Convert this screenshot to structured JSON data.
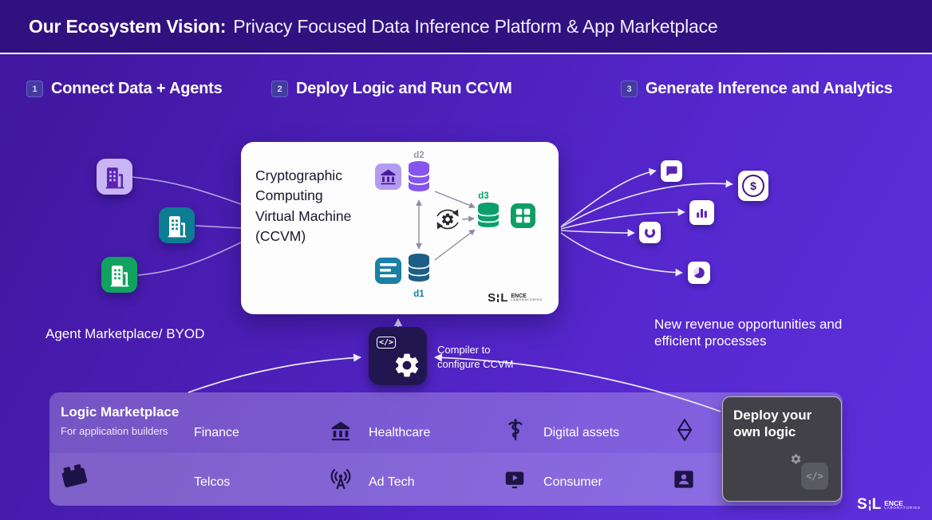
{
  "slide": {
    "header": {
      "title_bold": "Our Ecosystem Vision:",
      "title_regular": "Privacy Focused Data Inference Platform & App Marketplace"
    },
    "steps": [
      {
        "number": "1",
        "label": "Connect Data + Agents"
      },
      {
        "number": "2",
        "label": "Deploy Logic and Run CCVM"
      },
      {
        "number": "3",
        "label": "Generate Inference and Analytics"
      }
    ],
    "agents": {
      "caption": "Agent Marketplace/ BYOD"
    },
    "ccvm": {
      "title": "Cryptographic Computing Virtual Machine (CCVM)",
      "node_labels": {
        "d1": "d1",
        "d2": "d2",
        "d3": "d3"
      }
    },
    "compiler": {
      "label": "Compiler to configure CCVM",
      "code_glyph": "</>"
    },
    "outcomes": {
      "caption": "New revenue opportunities and efficient processes",
      "dollar_glyph": "$"
    },
    "marketplace": {
      "title": "Logic Marketplace",
      "subtitle": "For application builders",
      "row1": [
        "Finance",
        "Healthcare",
        "Digital assets"
      ],
      "row2": [
        "Telcos",
        "Ad Tech",
        "Consumer"
      ],
      "deploy": {
        "label": "Deploy your own logic",
        "code_glyph": "</>"
      }
    },
    "brand": {
      "s": "S",
      "l": "L",
      "ence": "ENCE",
      "laboratories": "LABORATORIES"
    },
    "colors": {
      "background": "#4c1fb8",
      "header": "#30117f",
      "accent_purple": "#6d28d9",
      "accent_teal": "#0e7490",
      "accent_green": "#0aa06c"
    }
  }
}
